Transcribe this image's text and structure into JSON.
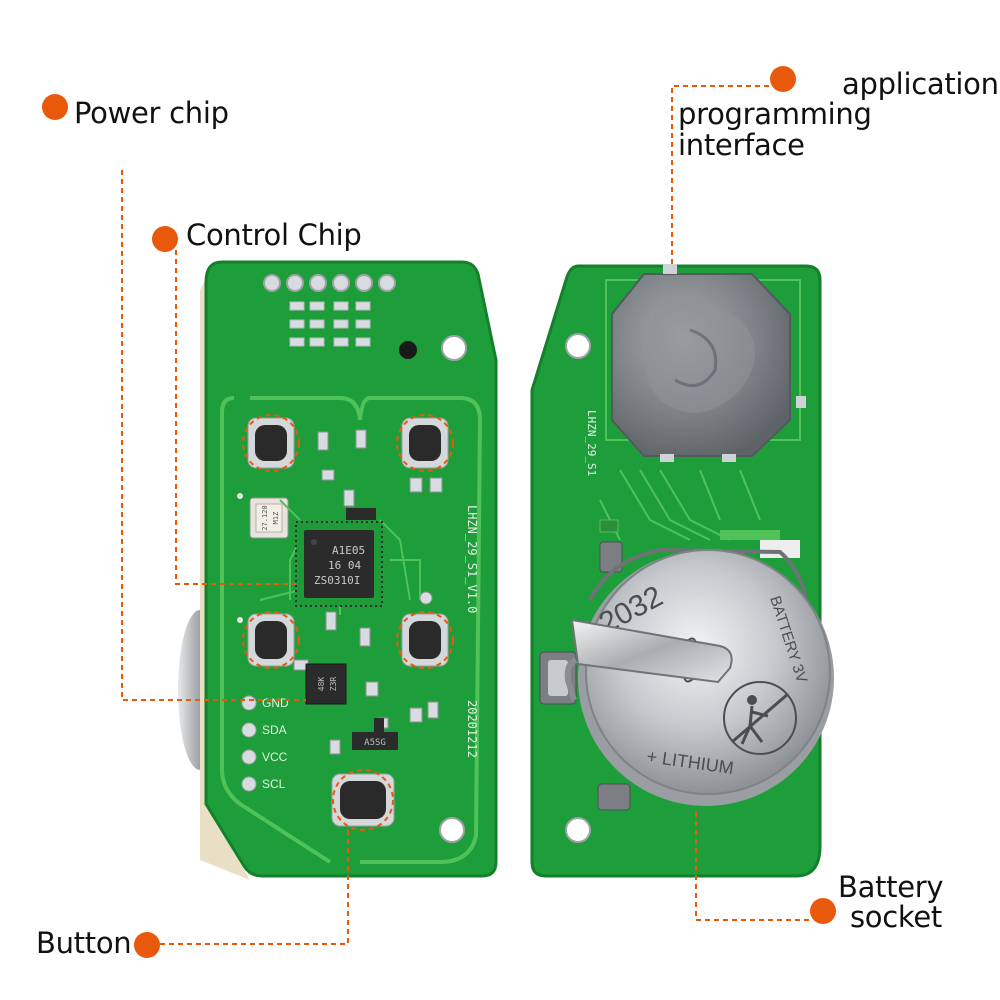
{
  "colors": {
    "accent": "#E8590C",
    "pcb_green": "#1E9E3A",
    "pcb_edge": "#14802C",
    "trace": "#4FC25A",
    "chip": "#2B2B2B",
    "metal": "#C9CCCF",
    "potting": "#7F8489"
  },
  "labels": {
    "power_chip": "Power chip",
    "control_chip": "Control Chip",
    "api_line1": "application",
    "api_line2": "programming interface",
    "battery_line1": "Battery",
    "battery_line2": "socket",
    "button": "Button"
  },
  "board_left": {
    "pads": [
      "GND",
      "SDA",
      "VCC",
      "SCL"
    ],
    "silkscreen_id": "LHZN_29_S1_V1.0",
    "date_code": "20201212",
    "main_chip_lines": [
      "A1E05",
      "16 04",
      "ZS0310I"
    ],
    "crystal_marks": [
      "27.120",
      "M1Z"
    ],
    "small_chip_marks": [
      "48K",
      "Z3R"
    ],
    "regulator_mark": "A5SG"
  },
  "board_right": {
    "silkscreen_id": "LHZN_29_S1",
    "battery_model": "2032",
    "battery_brand": "BATTERY 3V",
    "battery_type": "+ LITHIUM"
  }
}
